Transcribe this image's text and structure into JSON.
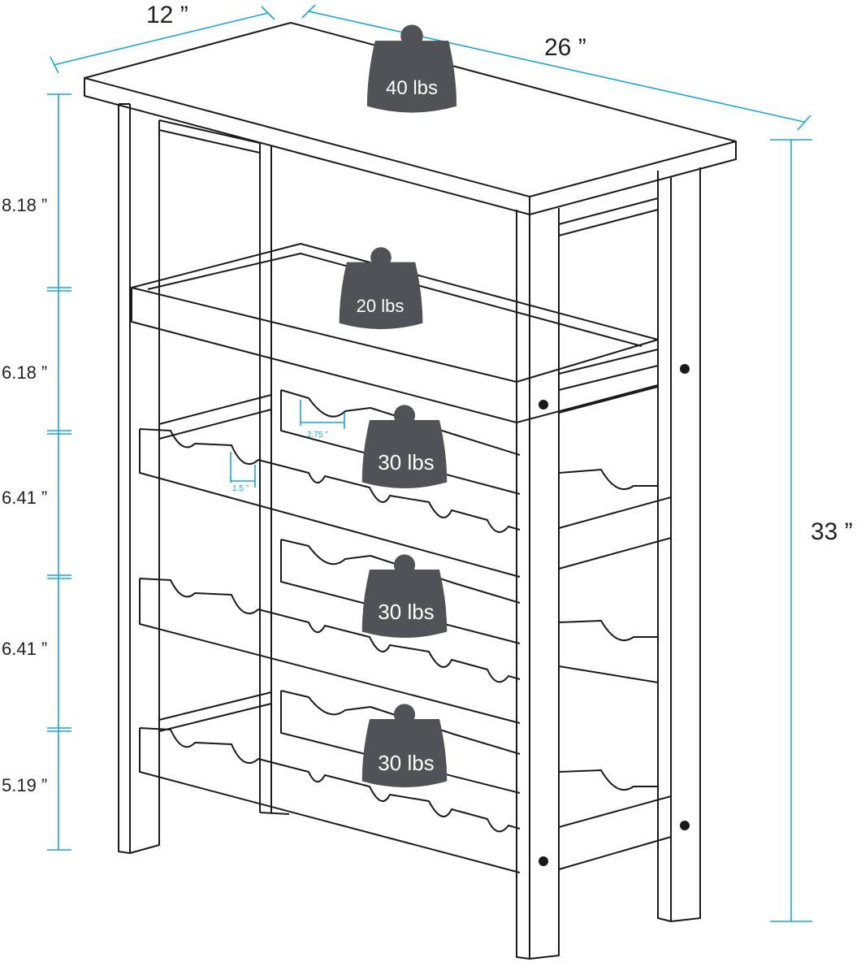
{
  "colors": {
    "dimension_line": "#1aa6d6",
    "outline": "#1a1a1a",
    "weight_fill": "#505255",
    "text": "#222222",
    "weight_text": "#ffffff"
  },
  "dimensions": {
    "depth": "12 ”",
    "width": "26 ”",
    "height": "33 ”",
    "section_1": "8.18 ”",
    "section_2": "6.18 ”",
    "section_3": "6.41 ”",
    "section_4": "6.41 ”",
    "section_5": "5.19 ”",
    "cradle_spacing": "2.75 ”",
    "cradle_depth": "1.5 ”"
  },
  "weights": {
    "top": "40 lbs",
    "shelf": "20 lbs",
    "rack_1": "30 lbs",
    "rack_2": "30 lbs",
    "rack_3": "30 lbs"
  }
}
